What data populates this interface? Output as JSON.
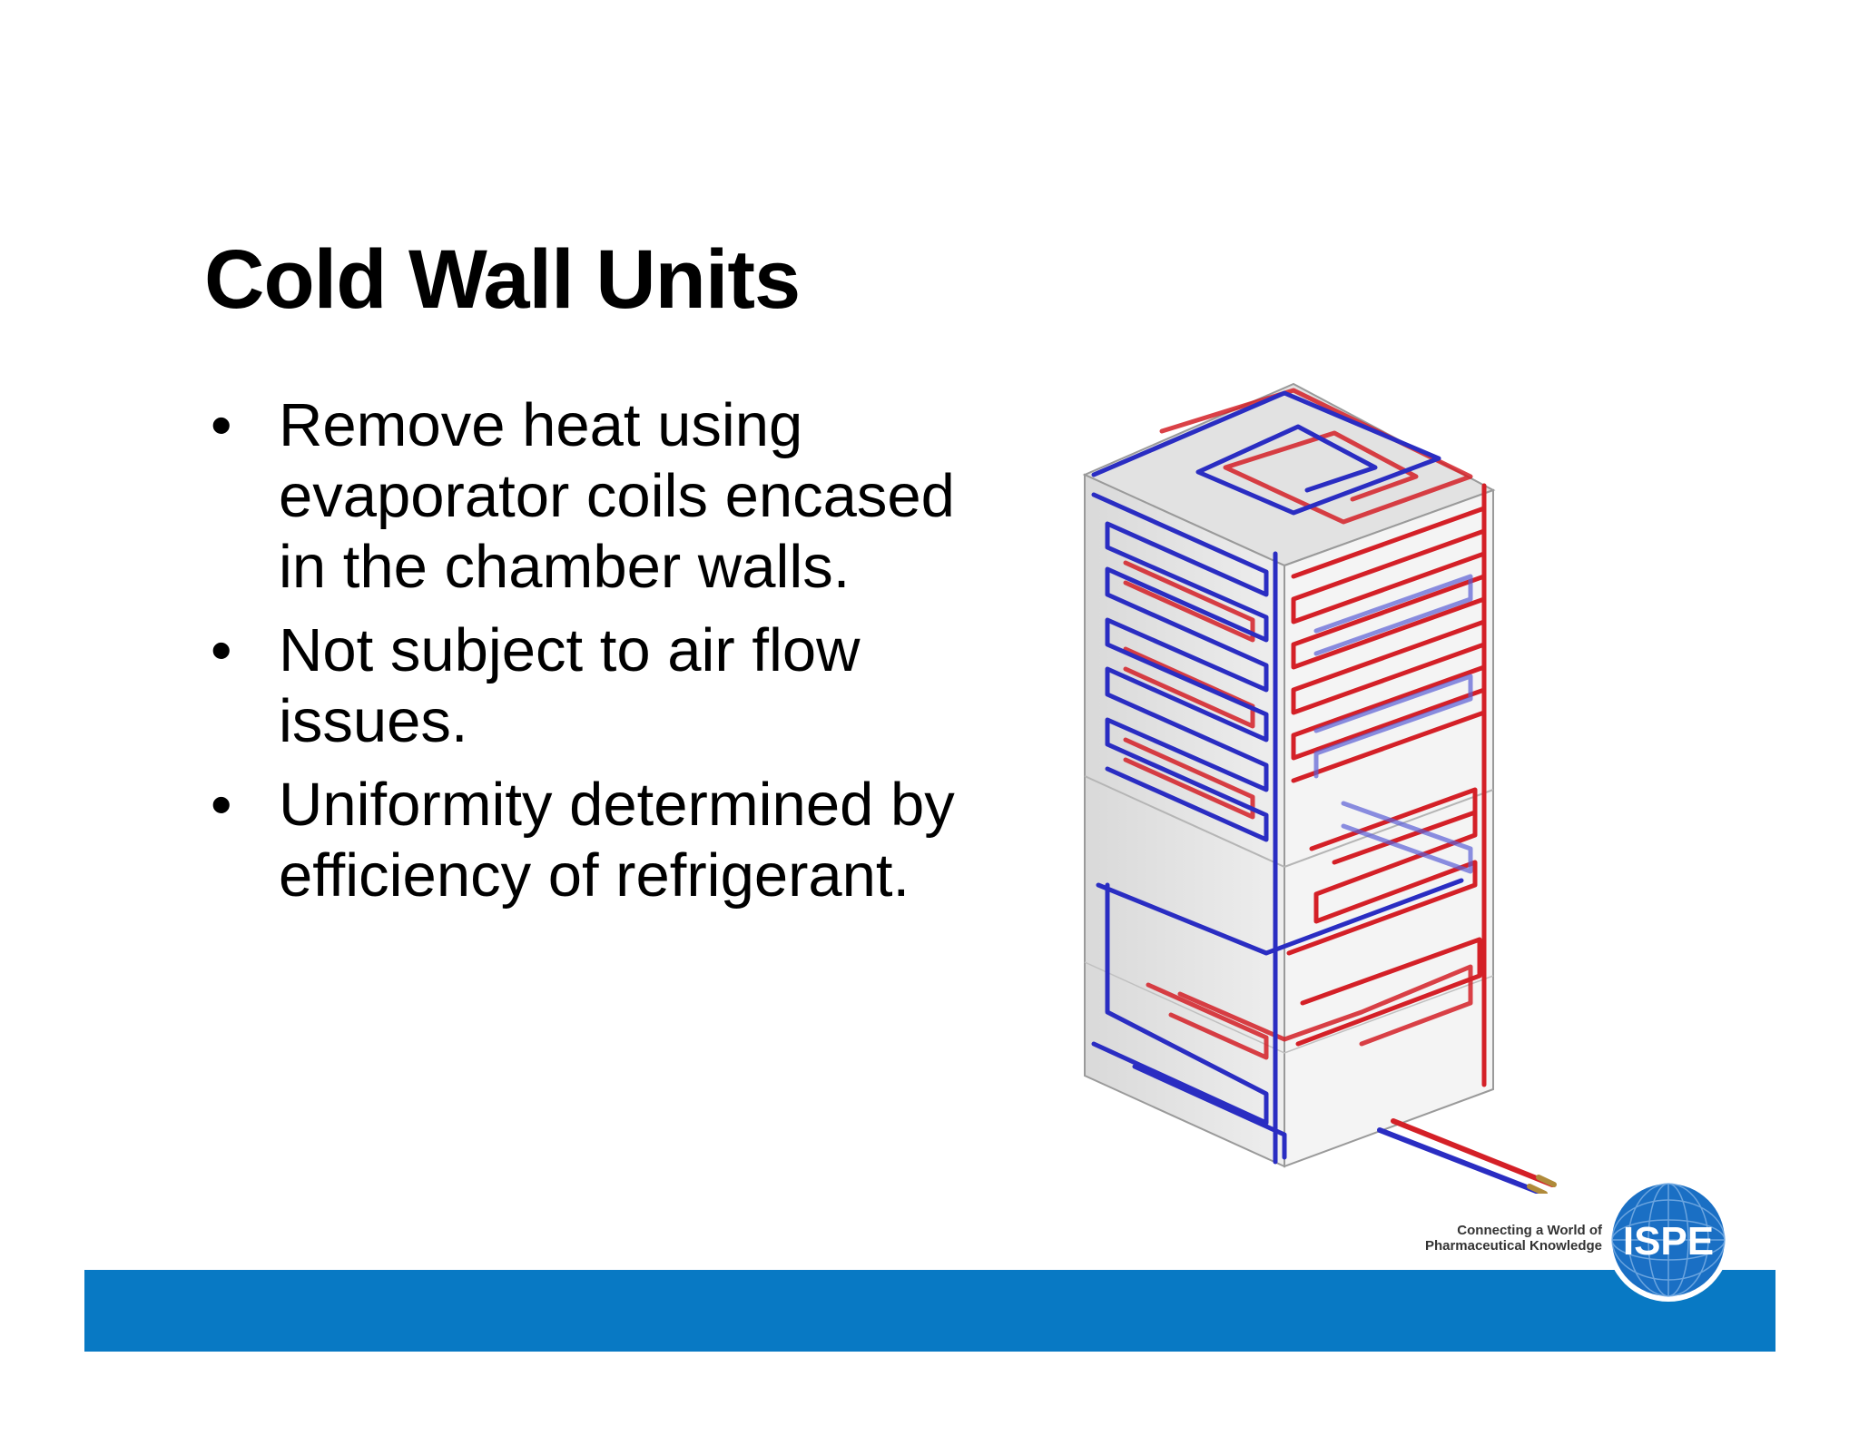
{
  "slide": {
    "title": "Cold Wall Units",
    "bullets": [
      "Remove heat using evaporator coils encased in the chamber walls.",
      "Not subject to air flow issues.",
      "Uniformity determined by efficiency of refrigerant."
    ]
  },
  "footer": {
    "tagline_line1": "Connecting a World of",
    "tagline_line2": "Pharmaceutical Knowledge",
    "logo_text": "ISPE",
    "bar_color": "#0879c4"
  },
  "diagram": {
    "coil_colors": {
      "supply": "#d42027",
      "return": "#2a2dc2"
    },
    "icon": "refrigeration-chamber-coils"
  }
}
